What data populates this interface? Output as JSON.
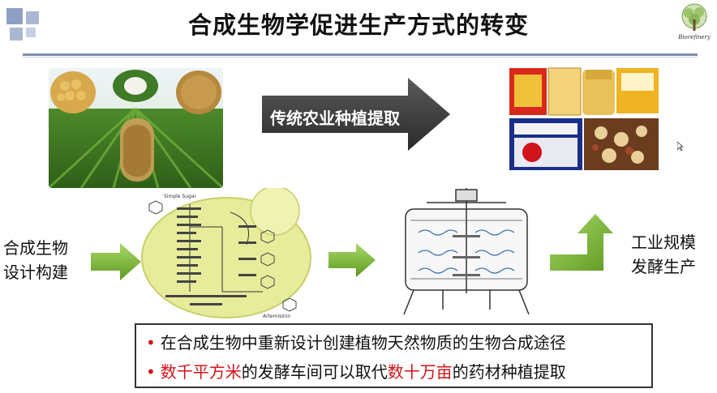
{
  "title": "合成生物学促进生产方式的转变",
  "logo_text": "Biorefinery",
  "arrow_label": "传统农业种植提取",
  "left_label": [
    "合成生物",
    "设计构建"
  ],
  "right_label": [
    "工业规模",
    "发酵生产"
  ],
  "bullets": [
    {
      "parts": [
        {
          "text": "在合成生物中重新设计创建植物天然物质的生物合成途径",
          "red": false
        }
      ]
    },
    {
      "parts": [
        {
          "text": "数千平方米",
          "red": true
        },
        {
          "text": "的发酵车间可以取代",
          "red": false
        },
        {
          "text": "数十万亩",
          "red": true
        },
        {
          "text": "的药材种植提取",
          "red": false
        }
      ]
    }
  ],
  "diagram_text": {
    "simple_sugar": "Simple Sugar",
    "artemisinin": "Artemisinin"
  },
  "colors": {
    "accent_green": "#78b82a",
    "dark_arrow": "#3a3a3a",
    "red": "#d0141b",
    "title_rule": "#7b8fae"
  }
}
